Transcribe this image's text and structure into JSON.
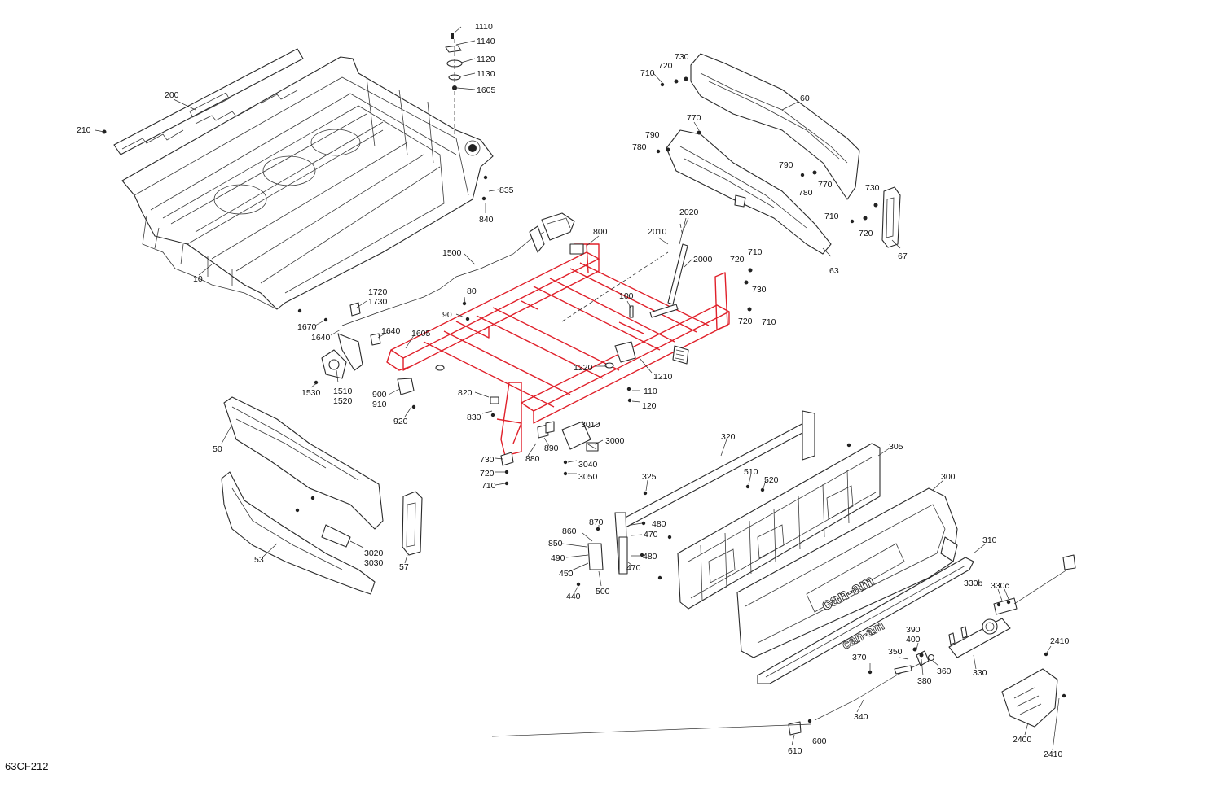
{
  "figure_id": "63CF212",
  "callouts": [
    {
      "id": "c1110",
      "text": "1110"
    },
    {
      "id": "c1140",
      "text": "1140"
    },
    {
      "id": "c1120",
      "text": "1120"
    },
    {
      "id": "c1130",
      "text": "1130"
    },
    {
      "id": "c1605a",
      "text": "1605"
    },
    {
      "id": "c200",
      "text": "200"
    },
    {
      "id": "c210",
      "text": "210"
    },
    {
      "id": "c835",
      "text": "835"
    },
    {
      "id": "c840",
      "text": "840"
    },
    {
      "id": "c10",
      "text": "10"
    },
    {
      "id": "c1500",
      "text": "1500"
    },
    {
      "id": "c800",
      "text": "800"
    },
    {
      "id": "c2010",
      "text": "2010"
    },
    {
      "id": "c2020",
      "text": "2020"
    },
    {
      "id": "c2000",
      "text": "2000"
    },
    {
      "id": "c710a",
      "text": "710"
    },
    {
      "id": "c720a",
      "text": "720"
    },
    {
      "id": "c730a",
      "text": "730"
    },
    {
      "id": "c60",
      "text": "60"
    },
    {
      "id": "c770a",
      "text": "770"
    },
    {
      "id": "c790a",
      "text": "790"
    },
    {
      "id": "c780a",
      "text": "780"
    },
    {
      "id": "c790b",
      "text": "790"
    },
    {
      "id": "c780b",
      "text": "780"
    },
    {
      "id": "c770b",
      "text": "770"
    },
    {
      "id": "c730b",
      "text": "730"
    },
    {
      "id": "c710b",
      "text": "710"
    },
    {
      "id": "c720b",
      "text": "720"
    },
    {
      "id": "c63",
      "text": "63"
    },
    {
      "id": "c67",
      "text": "67"
    },
    {
      "id": "c710c",
      "text": "710"
    },
    {
      "id": "c720c",
      "text": "720"
    },
    {
      "id": "c730c",
      "text": "730"
    },
    {
      "id": "c720d",
      "text": "720"
    },
    {
      "id": "c710d",
      "text": "710"
    },
    {
      "id": "c1720",
      "text": "1720"
    },
    {
      "id": "c1730",
      "text": "1730"
    },
    {
      "id": "c80",
      "text": "80"
    },
    {
      "id": "c90",
      "text": "90"
    },
    {
      "id": "c100",
      "text": "100"
    },
    {
      "id": "c1670",
      "text": "1670"
    },
    {
      "id": "c1640a",
      "text": "1640"
    },
    {
      "id": "c1640b",
      "text": "1640"
    },
    {
      "id": "c1605b",
      "text": "1605"
    },
    {
      "id": "c1220",
      "text": "1220"
    },
    {
      "id": "c1210",
      "text": "1210"
    },
    {
      "id": "c1530",
      "text": "1530"
    },
    {
      "id": "c1510",
      "text": "1510"
    },
    {
      "id": "c1520",
      "text": "1520"
    },
    {
      "id": "c900",
      "text": "900"
    },
    {
      "id": "c910",
      "text": "910"
    },
    {
      "id": "c920",
      "text": "920"
    },
    {
      "id": "c820",
      "text": "820"
    },
    {
      "id": "c830",
      "text": "830"
    },
    {
      "id": "c110",
      "text": "110"
    },
    {
      "id": "c120",
      "text": "120"
    },
    {
      "id": "c50",
      "text": "50"
    },
    {
      "id": "c3010",
      "text": "3010"
    },
    {
      "id": "c3000",
      "text": "3000"
    },
    {
      "id": "c890",
      "text": "890"
    },
    {
      "id": "c880",
      "text": "880"
    },
    {
      "id": "c3040",
      "text": "3040"
    },
    {
      "id": "c3050",
      "text": "3050"
    },
    {
      "id": "c730e",
      "text": "730"
    },
    {
      "id": "c720e",
      "text": "720"
    },
    {
      "id": "c710e",
      "text": "710"
    },
    {
      "id": "c320",
      "text": "320"
    },
    {
      "id": "c305",
      "text": "305"
    },
    {
      "id": "c300",
      "text": "300"
    },
    {
      "id": "c510",
      "text": "510"
    },
    {
      "id": "c520",
      "text": "520"
    },
    {
      "id": "c325",
      "text": "325"
    },
    {
      "id": "c870",
      "text": "870"
    },
    {
      "id": "c860",
      "text": "860"
    },
    {
      "id": "c850",
      "text": "850"
    },
    {
      "id": "c480a",
      "text": "480"
    },
    {
      "id": "c470a",
      "text": "470"
    },
    {
      "id": "c490",
      "text": "490"
    },
    {
      "id": "c480b",
      "text": "480"
    },
    {
      "id": "c470b",
      "text": "470"
    },
    {
      "id": "c450",
      "text": "450"
    },
    {
      "id": "c500",
      "text": "500"
    },
    {
      "id": "c440",
      "text": "440"
    },
    {
      "id": "c3020",
      "text": "3020"
    },
    {
      "id": "c3030",
      "text": "3030"
    },
    {
      "id": "c53",
      "text": "53"
    },
    {
      "id": "c57",
      "text": "57"
    },
    {
      "id": "c310",
      "text": "310"
    },
    {
      "id": "c330b",
      "text": "330b"
    },
    {
      "id": "c330c",
      "text": "330c"
    },
    {
      "id": "c390",
      "text": "390"
    },
    {
      "id": "c400",
      "text": "400"
    },
    {
      "id": "c370",
      "text": "370"
    },
    {
      "id": "c350",
      "text": "350"
    },
    {
      "id": "c360",
      "text": "360"
    },
    {
      "id": "c380",
      "text": "380"
    },
    {
      "id": "c330",
      "text": "330"
    },
    {
      "id": "c2410a",
      "text": "2410"
    },
    {
      "id": "c340",
      "text": "340"
    },
    {
      "id": "c2400",
      "text": "2400"
    },
    {
      "id": "c2410b",
      "text": "2410"
    },
    {
      "id": "c600",
      "text": "600"
    },
    {
      "id": "c610",
      "text": "610"
    }
  ],
  "brand_marks": {
    "tailgate_logo": "can-am",
    "panel_logo": "can-am"
  },
  "colors": {
    "line": "#2a2a2a",
    "highlight": "#e0202a",
    "background": "#ffffff"
  }
}
